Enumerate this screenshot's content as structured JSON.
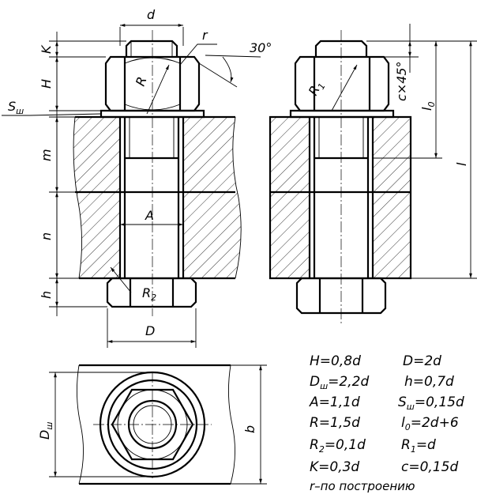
{
  "dimensions": {
    "d": "d",
    "K": "K",
    "H": "H",
    "r": "r",
    "angle": "30°",
    "S_sh": "S",
    "S_sh_sub": "ш",
    "m": "m",
    "n": "n",
    "h": "h",
    "R": "R",
    "A": "A",
    "R2": "R",
    "R2_sub": "2",
    "D": "D",
    "R1": "R",
    "R1_sub": "1",
    "chamfer": "c×45°",
    "l0": "l",
    "l0_sub": "0",
    "l": "l",
    "D_sh": "D",
    "D_sh_sub": "ш",
    "b": "b"
  },
  "formulas": {
    "f1": "H=0,8d",
    "f2": "D=2d",
    "f3": "D",
    "f3_sub": "ш",
    "f3_rest": "=2,2d",
    "f4": "h=0,7d",
    "f5": "A=1,1d",
    "f6": "S",
    "f6_sub": "ш",
    "f6_rest": "=0,15d",
    "f7": "R=1,5d",
    "f8": "l",
    "f8_sub": "0",
    "f8_rest": "=2d+6",
    "f9": "R",
    "f9_sub": "2",
    "f9_rest": "=0,1d",
    "f10": "R",
    "f10_sub": "1",
    "f10_rest": "=d",
    "f11": "K=0,3d",
    "f12": "c=0,15d",
    "note": "r–по построению"
  }
}
